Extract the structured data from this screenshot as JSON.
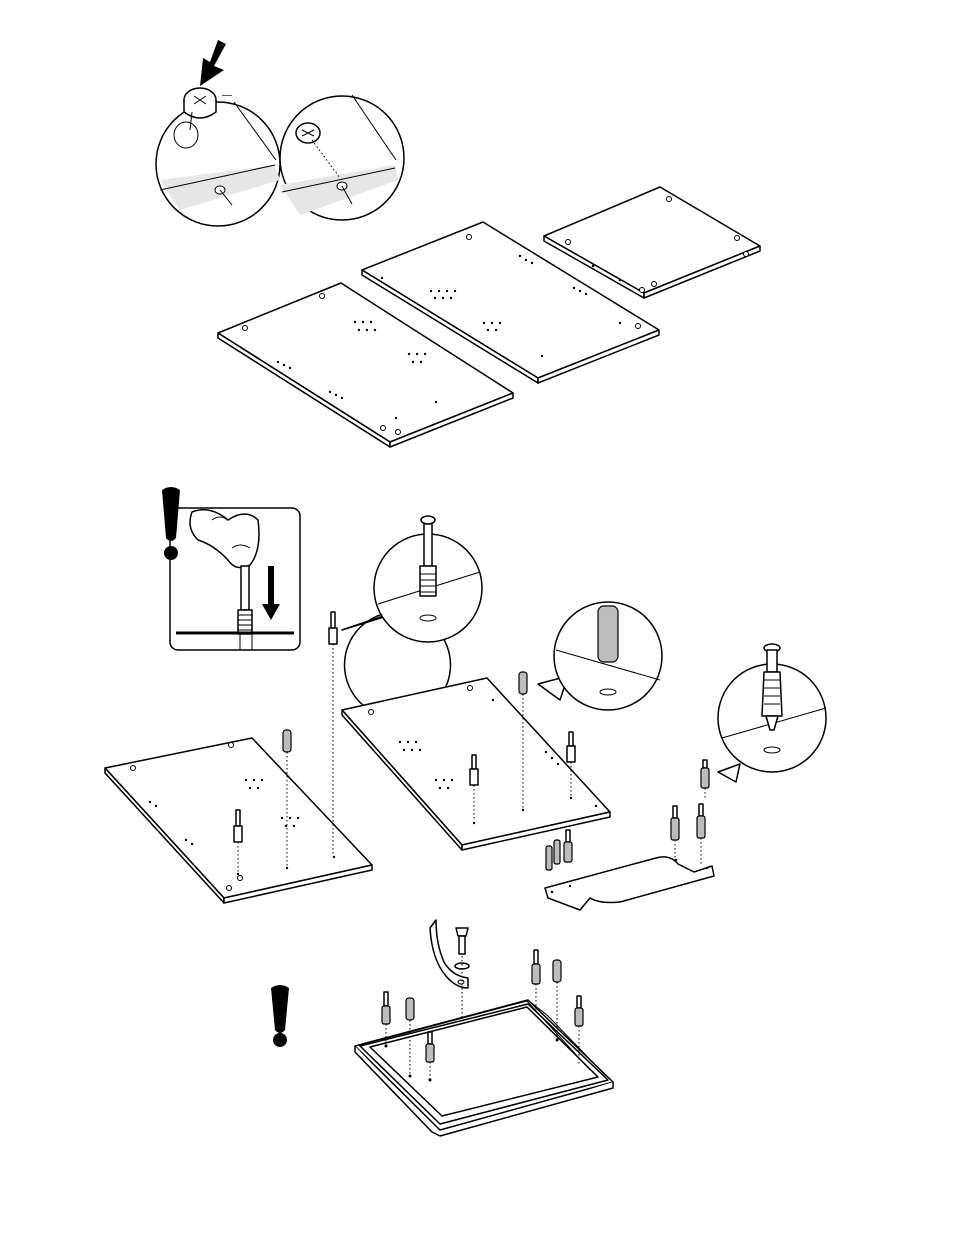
{
  "figures": {
    "cam_lock_detail": "cam-lock-insertion",
    "panels_top": "three-panels-with-cam-locks",
    "warning_detail": "press-dowel-warning",
    "panels_middle": "panels-with-dowels-and-bolts",
    "base_assembly": "base-frame-with-bracket"
  },
  "icons": {
    "arrow": "down-arrow-icon",
    "warning": "exclamation-icon"
  },
  "colors": {
    "line": "#000000",
    "background": "#ffffff",
    "dowel_fill": "#bdbdbd"
  }
}
